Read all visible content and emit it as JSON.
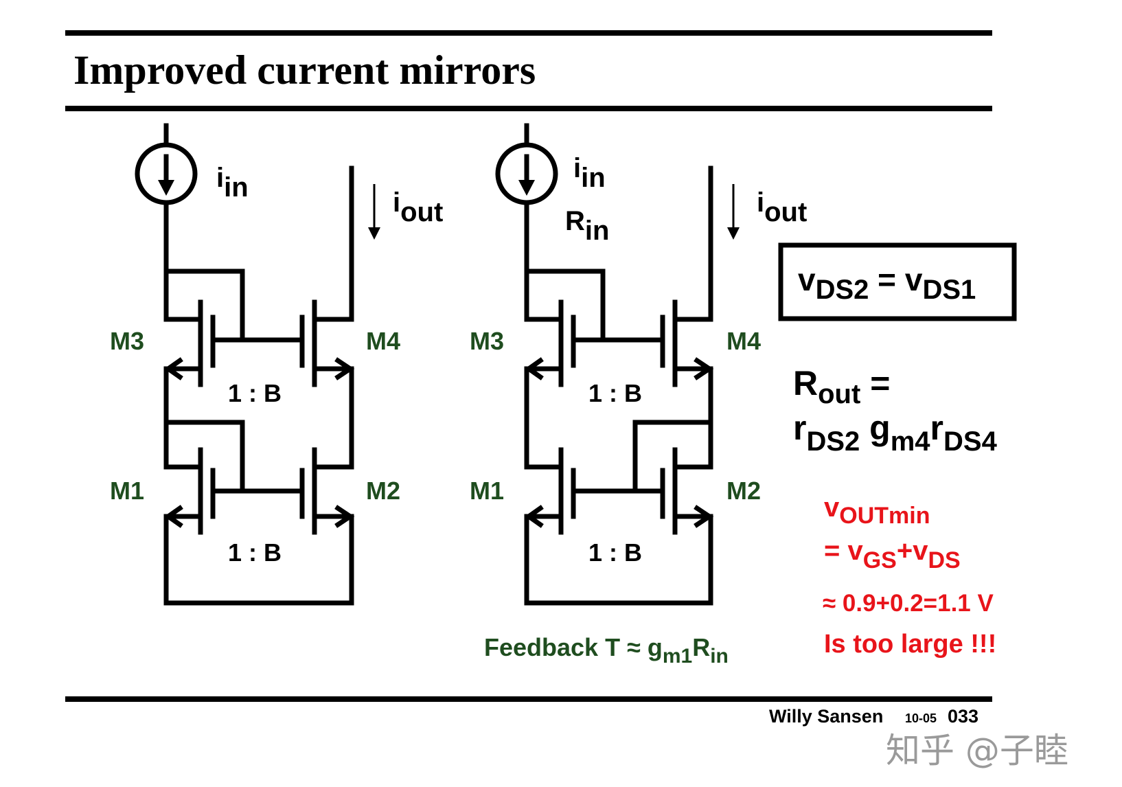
{
  "title": "Improved current mirrors",
  "left_circuit": {
    "iin": {
      "main": "i",
      "sub": "in"
    },
    "iout": {
      "main": "i",
      "sub": "out"
    },
    "transistors": [
      "M3",
      "M4",
      "M1",
      "M2"
    ],
    "ratio_top": "1 : B",
    "ratio_bottom": "1 : B"
  },
  "right_circuit": {
    "iin": {
      "main": "i",
      "sub": "in"
    },
    "rin": {
      "main": "R",
      "sub": "in"
    },
    "iout": {
      "main": "i",
      "sub": "out"
    },
    "transistors": [
      "M3",
      "M4",
      "M1",
      "M2"
    ],
    "ratio_top": "1 : B",
    "ratio_bottom": "1 : B",
    "feedback": {
      "text": "Feedback T ≈ g",
      "sub1": "m1",
      "mid": "R",
      "sub2": "in"
    }
  },
  "equations": {
    "vds_box": {
      "v1": "v",
      "s1": "DS2",
      "eq": " = ",
      "v2": "v",
      "s2": "DS1"
    },
    "rout": {
      "r": "R",
      "rsub": "out",
      "eq": " =",
      "a": "r",
      "asub": "DS2",
      "b": " g",
      "bsub": "m4",
      "c": "r",
      "csub": "DS4"
    },
    "voutmin": {
      "v": "v",
      "sub": "OUTmin"
    },
    "eq_line": {
      "eq": "= v",
      "s1": "GS",
      "plus": "+v",
      "s2": "DS"
    },
    "approx": "≈ 0.9+0.2=1.1 V",
    "conclusion": "Is too large !!!"
  },
  "footer": {
    "author": "Willy Sansen",
    "date": "10-05",
    "page": "033"
  },
  "watermark": "知乎 @子睦",
  "colors": {
    "label_green": "#1f4d1f",
    "highlight_red": "#e8141a"
  }
}
